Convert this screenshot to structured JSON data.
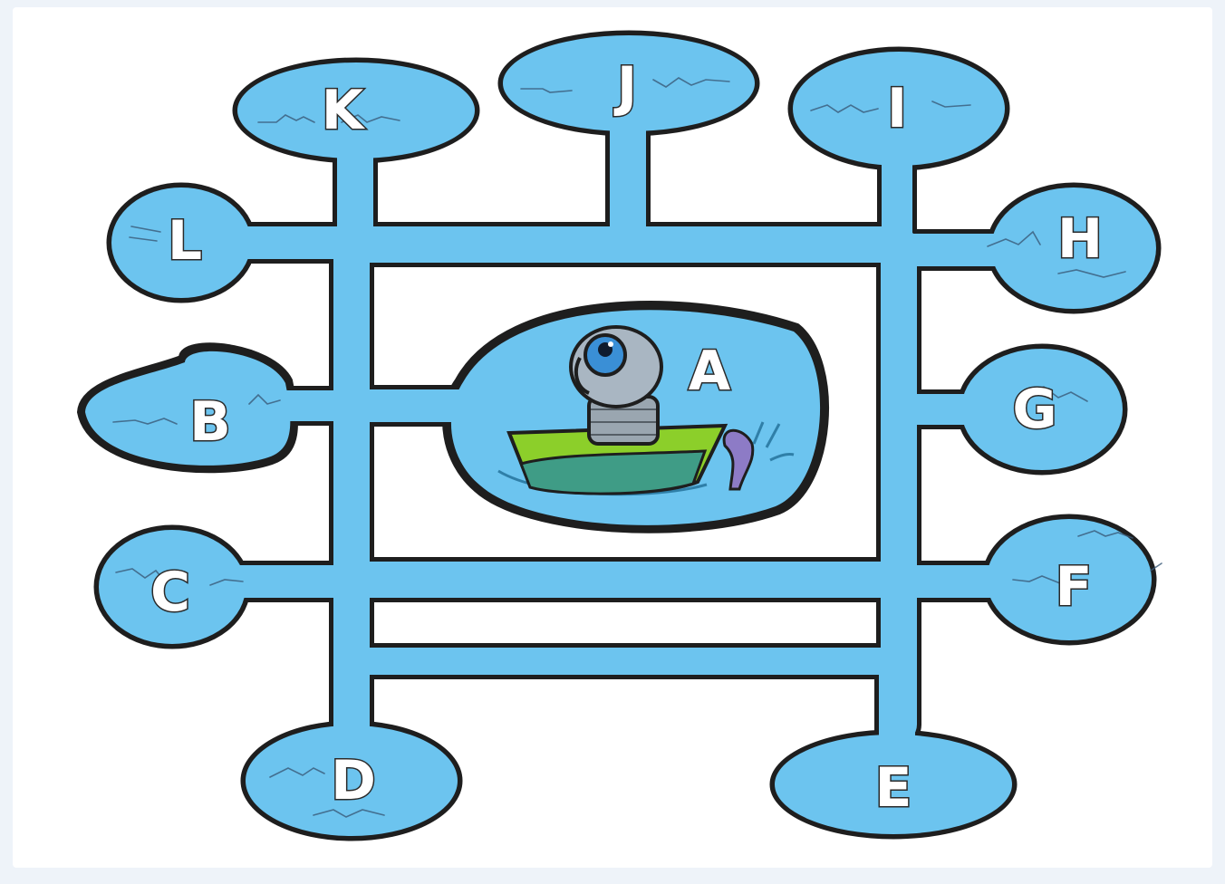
{
  "diagram": {
    "background": "#ffffff",
    "pipe_color": "#6cc4ef",
    "outline_color": "#1e1e1e",
    "center_node": {
      "label": "A",
      "illustration": "robot-in-boat",
      "boat_color": "#8ccf2a",
      "water_color": "#3f9c86"
    },
    "outer_nodes": [
      {
        "id": "B",
        "label": "B"
      },
      {
        "id": "C",
        "label": "C"
      },
      {
        "id": "D",
        "label": "D"
      },
      {
        "id": "E",
        "label": "E"
      },
      {
        "id": "F",
        "label": "F"
      },
      {
        "id": "G",
        "label": "G"
      },
      {
        "id": "H",
        "label": "H"
      },
      {
        "id": "I",
        "label": "I"
      },
      {
        "id": "J",
        "label": "J"
      },
      {
        "id": "K",
        "label": "K"
      },
      {
        "id": "L",
        "label": "L"
      }
    ]
  }
}
